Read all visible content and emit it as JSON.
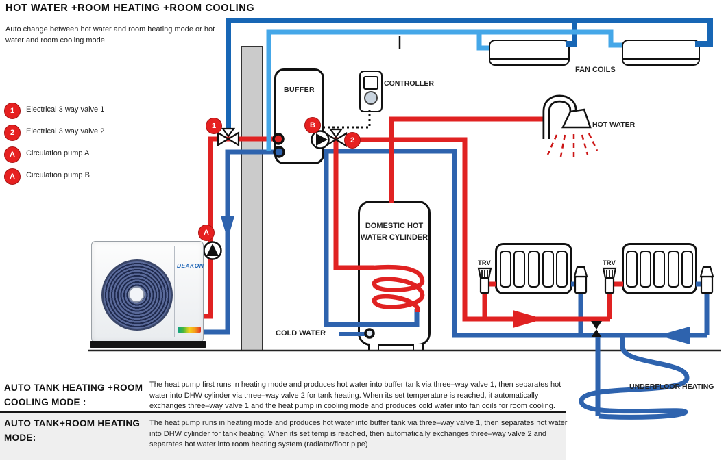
{
  "header": {
    "title": "HOT WATER +ROOM HEATING +ROOM COOLING",
    "subtitle": "Auto change between hot water and room heating mode or hot water and room cooling mode"
  },
  "legend": {
    "items": [
      {
        "badge": "1",
        "label": "Electrical 3 way valve 1"
      },
      {
        "badge": "2",
        "label": "Electrical 3 way valve 2"
      },
      {
        "badge": "A",
        "label": "Circulation pump A"
      },
      {
        "badge": "A",
        "label": "Circulation pump B"
      }
    ]
  },
  "diagram": {
    "buffer_label": "BUFFER",
    "controller_label": "CONTROLLER",
    "fan_coils_label": "FAN COILS",
    "hot_water_label": "HOT WATER",
    "dhw_label": "DOMESTIC HOT\nWATER CYLINDER",
    "cold_water_label": "COLD WATER",
    "underfloor_label": "UNDERFLOOR HEATING",
    "trv_label": "TRV",
    "heat_pump_brand": "DEAKON",
    "badges": {
      "valve1": "1",
      "valve2": "2",
      "pump_a": "A",
      "pump_b": "B"
    },
    "colors": {
      "hot": "#e02222",
      "return_blue": "#2e63ae",
      "cooling_supply": "#1766b5",
      "cooling_return": "#45a7e8",
      "badge_red": "#e62020"
    }
  },
  "modes": [
    {
      "heading": "AUTO TANK HEATING +ROOM\nCOOLING MODE :",
      "body": "The heat pump first runs in heating mode and produces hot water into buffer tank via three–way valve 1, then separates hot water into DHW cylinder via three–way valve 2 for tank heating. When its set temperature is reached, it automatically exchanges three–way valve 1 and the heat pump in cooling mode and produces cold water into fan coils for room cooling."
    },
    {
      "heading": "AUTO TANK+ROOM HEATING\nMODE:",
      "body": "The heat pump runs in heating mode and produces hot water into buffer tank via three–way valve 1, then separates hot water into DHW cylinder for tank heating. When its set temp is reached, then automatically exchanges three–way valve 2 and separates hot water into room heating system (radiator/floor pipe)"
    }
  ]
}
